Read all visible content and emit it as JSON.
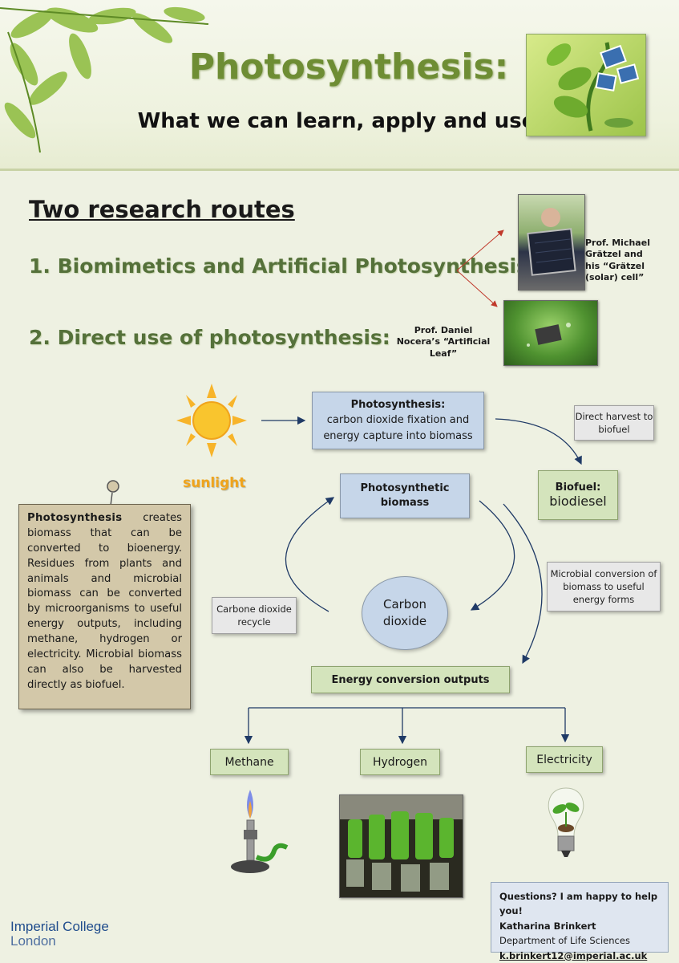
{
  "header": {
    "title": "Photosynthesis:",
    "subtitle": "What we can learn, apply and use"
  },
  "routes": {
    "heading": "Two research routes",
    "route1": "1. Biomimetics and Artificial Photosynthesis:",
    "route2": "2. Direct use of photosynthesis:",
    "graetzel_caption": "Prof. Michael Grätzel and his “Grätzel (solar) cell”",
    "nocera_caption": "Prof. Daniel Nocera’s “Artificial Leaf”"
  },
  "diagram": {
    "sunlight": "sunlight",
    "photosynthesis_title": "Photosynthesis:",
    "photosynthesis_text": "carbon dioxide fixation and energy capture into biomass",
    "direct_harvest": "Direct harvest to biofuel",
    "biofuel_title": "Biofuel:",
    "biofuel_text": "biodiesel",
    "biomass": "Photosynthetic biomass",
    "microbial": "Microbial conversion of biomass to useful energy forms",
    "carbone_recycle": "Carbone dioxide recycle",
    "carbon_dioxide": "Carbon dioxide",
    "energy_outputs": "Energy conversion outputs",
    "outputs": [
      "Methane",
      "Hydrogen",
      "Electricity"
    ]
  },
  "info_note": {
    "bold_lead": "Photosynthesis",
    "text": " creates biomass that can be converted to bioenergy. Residues from plants and animals and microbial biomass can be converted by microorganisms to useful energy outputs, including methane, hydrogen or electricity. Microbial biomass can also be harvested directly as biofuel."
  },
  "contact": {
    "question": "Questions? I am happy to help you!",
    "name": "Katharina Brinkert",
    "department": "Department of Life Sciences",
    "email": "k.brinkert12@imperial.ac.uk"
  },
  "logo": {
    "line1": "Imperial College",
    "line2": "London"
  },
  "colors": {
    "title_green": "#6e8d34",
    "route_green": "#55713a",
    "box_blue": "#c6d6e9",
    "box_green": "#d4e4bc",
    "note_tan": "#d3c8a9",
    "arrow_navy": "#1f3a66",
    "sunlight_orange": "#f0a41c"
  },
  "icons": [
    "leaves-decoration",
    "leaf-solar-plant-icon",
    "sun-icon",
    "bunsen-burner-icon",
    "algae-tubes-image",
    "lightbulb-plant-icon",
    "magnifier-pin-icon"
  ]
}
